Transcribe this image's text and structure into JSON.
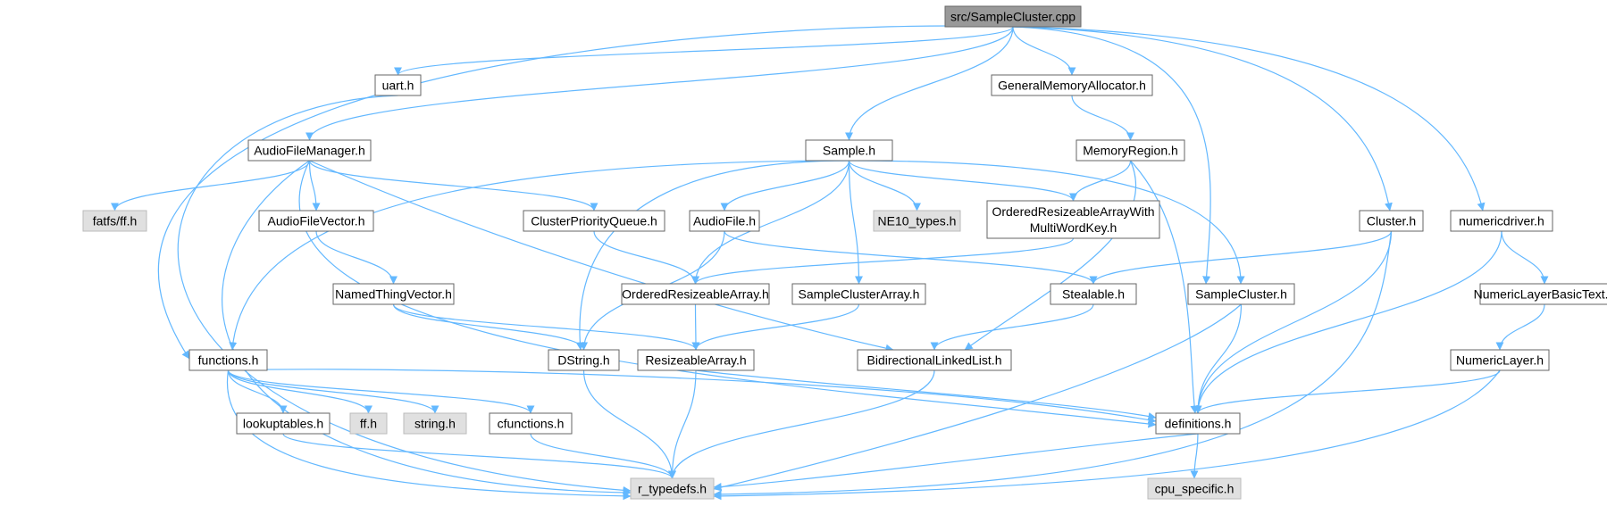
{
  "diagram": {
    "colors": {
      "edge": "#63b8ff",
      "node_border": "#666666",
      "node_fill": "#ffffff",
      "root_fill": "#999999",
      "external_fill": "#e0e0e0",
      "external_border": "#bbbbbb",
      "text": "#000000"
    },
    "nodes": [
      {
        "id": "root",
        "label": "src/SampleCluster.cpp",
        "kind": "root"
      },
      {
        "id": "uart",
        "label": "uart.h",
        "kind": "file"
      },
      {
        "id": "gma",
        "label": "GeneralMemoryAllocator.h",
        "kind": "file"
      },
      {
        "id": "afm",
        "label": "AudioFileManager.h",
        "kind": "file"
      },
      {
        "id": "sample",
        "label": "Sample.h",
        "kind": "file"
      },
      {
        "id": "memregion",
        "label": "MemoryRegion.h",
        "kind": "file"
      },
      {
        "id": "fatfs",
        "label": "fatfs/ff.h",
        "kind": "external"
      },
      {
        "id": "afv",
        "label": "AudioFileVector.h",
        "kind": "file"
      },
      {
        "id": "cpq",
        "label": "ClusterPriorityQueue.h",
        "kind": "file"
      },
      {
        "id": "audiofile",
        "label": "AudioFile.h",
        "kind": "file"
      },
      {
        "id": "ne10",
        "label": "NE10_types.h",
        "kind": "external"
      },
      {
        "id": "oramwk",
        "label": "OrderedResizeableArrayWith",
        "label2": "MultiWordKey.h",
        "kind": "file"
      },
      {
        "id": "cluster",
        "label": "Cluster.h",
        "kind": "file"
      },
      {
        "id": "numdriver",
        "label": "numericdriver.h",
        "kind": "file"
      },
      {
        "id": "ntv",
        "label": "NamedThingVector.h",
        "kind": "file"
      },
      {
        "id": "ora",
        "label": "OrderedResizeableArray.h",
        "kind": "file"
      },
      {
        "id": "sca",
        "label": "SampleClusterArray.h",
        "kind": "file"
      },
      {
        "id": "stealable",
        "label": "Stealable.h",
        "kind": "file"
      },
      {
        "id": "samplecluster",
        "label": "SampleCluster.h",
        "kind": "file"
      },
      {
        "id": "nlbt",
        "label": "NumericLayerBasicText.h",
        "kind": "file"
      },
      {
        "id": "functions",
        "label": "functions.h",
        "kind": "file"
      },
      {
        "id": "dstring",
        "label": "DString.h",
        "kind": "file"
      },
      {
        "id": "ra",
        "label": "ResizeableArray.h",
        "kind": "file"
      },
      {
        "id": "bll",
        "label": "BidirectionalLinkedList.h",
        "kind": "file"
      },
      {
        "id": "nl",
        "label": "NumericLayer.h",
        "kind": "file"
      },
      {
        "id": "lookup",
        "label": "lookuptables.h",
        "kind": "file"
      },
      {
        "id": "ffh",
        "label": "ff.h",
        "kind": "external"
      },
      {
        "id": "stringh",
        "label": "string.h",
        "kind": "external"
      },
      {
        "id": "cfunctions",
        "label": "cfunctions.h",
        "kind": "file"
      },
      {
        "id": "definitions",
        "label": "definitions.h",
        "kind": "file"
      },
      {
        "id": "rtypedefs",
        "label": "r_typedefs.h",
        "kind": "external"
      },
      {
        "id": "cpuspec",
        "label": "cpu_specific.h",
        "kind": "external"
      }
    ],
    "edges": [
      [
        "root",
        "uart"
      ],
      [
        "root",
        "gma"
      ],
      [
        "root",
        "afm"
      ],
      [
        "root",
        "sample"
      ],
      [
        "root",
        "functions"
      ],
      [
        "root",
        "samplecluster"
      ],
      [
        "root",
        "cluster"
      ],
      [
        "root",
        "numdriver"
      ],
      [
        "uart",
        "rtypedefs"
      ],
      [
        "gma",
        "memregion"
      ],
      [
        "memregion",
        "oramwk"
      ],
      [
        "memregion",
        "bll"
      ],
      [
        "memregion",
        "definitions"
      ],
      [
        "afm",
        "fatfs"
      ],
      [
        "afm",
        "afv"
      ],
      [
        "afm",
        "cpq"
      ],
      [
        "afm",
        "rtypedefs"
      ],
      [
        "afm",
        "definitions"
      ],
      [
        "afm",
        "bll"
      ],
      [
        "afv",
        "ntv"
      ],
      [
        "ntv",
        "dstring"
      ],
      [
        "ntv",
        "ra"
      ],
      [
        "cpq",
        "ora"
      ],
      [
        "sample",
        "audiofile"
      ],
      [
        "sample",
        "ne10"
      ],
      [
        "sample",
        "oramwk"
      ],
      [
        "sample",
        "ora"
      ],
      [
        "sample",
        "sca"
      ],
      [
        "sample",
        "dstring"
      ],
      [
        "sample",
        "functions"
      ],
      [
        "sample",
        "samplecluster"
      ],
      [
        "audiofile",
        "dstring"
      ],
      [
        "audiofile",
        "stealable"
      ],
      [
        "oramwk",
        "ora"
      ],
      [
        "ora",
        "ra"
      ],
      [
        "sca",
        "ra"
      ],
      [
        "stealable",
        "bll"
      ],
      [
        "cluster",
        "stealable"
      ],
      [
        "cluster",
        "definitions"
      ],
      [
        "cluster",
        "rtypedefs"
      ],
      [
        "numdriver",
        "nlbt"
      ],
      [
        "numdriver",
        "definitions"
      ],
      [
        "nlbt",
        "nl"
      ],
      [
        "nl",
        "definitions"
      ],
      [
        "nl",
        "rtypedefs"
      ],
      [
        "samplecluster",
        "definitions"
      ],
      [
        "samplecluster",
        "rtypedefs"
      ],
      [
        "functions",
        "lookup"
      ],
      [
        "functions",
        "ffh"
      ],
      [
        "functions",
        "stringh"
      ],
      [
        "functions",
        "cfunctions"
      ],
      [
        "functions",
        "definitions"
      ],
      [
        "functions",
        "rtypedefs"
      ],
      [
        "lookup",
        "rtypedefs"
      ],
      [
        "cfunctions",
        "rtypedefs"
      ],
      [
        "dstring",
        "rtypedefs"
      ],
      [
        "ra",
        "rtypedefs"
      ],
      [
        "ra",
        "definitions"
      ],
      [
        "bll",
        "rtypedefs"
      ],
      [
        "definitions",
        "cpuspec"
      ],
      [
        "definitions",
        "rtypedefs"
      ]
    ]
  }
}
